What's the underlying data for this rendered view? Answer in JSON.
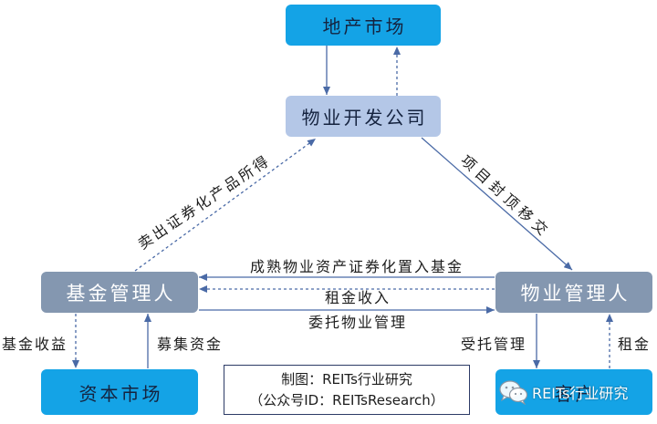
{
  "nodes": {
    "real_estate_market": "地产市场",
    "developer": "物业开发公司",
    "fund_manager": "基金管理人",
    "property_manager": "物业管理人",
    "capital_market": "资本市场",
    "tenants": "客户"
  },
  "edges": {
    "sell_proceeds": "卖出证券化产品所得",
    "handover": "项目封顶移交",
    "securitize": "成熟物业资产证券化置入基金",
    "rent_income": "租金收入",
    "entrust": "委托物业管理",
    "fund_return": "基金收益",
    "raise_funds": "募集资金",
    "managed": "受托管理",
    "rent": "租金"
  },
  "credit": {
    "line1": "制图：REITs行业研究",
    "line2": "（公众号ID：REITsResearch）"
  },
  "watermark": {
    "icon": "wechat-icon",
    "text": "REITs行业研究"
  },
  "colors": {
    "blue": "#14a3e6",
    "light": "#b4c7e7",
    "gray": "#8497b0",
    "arrow": "#4a6aa6",
    "credit": "#2c3b66"
  }
}
